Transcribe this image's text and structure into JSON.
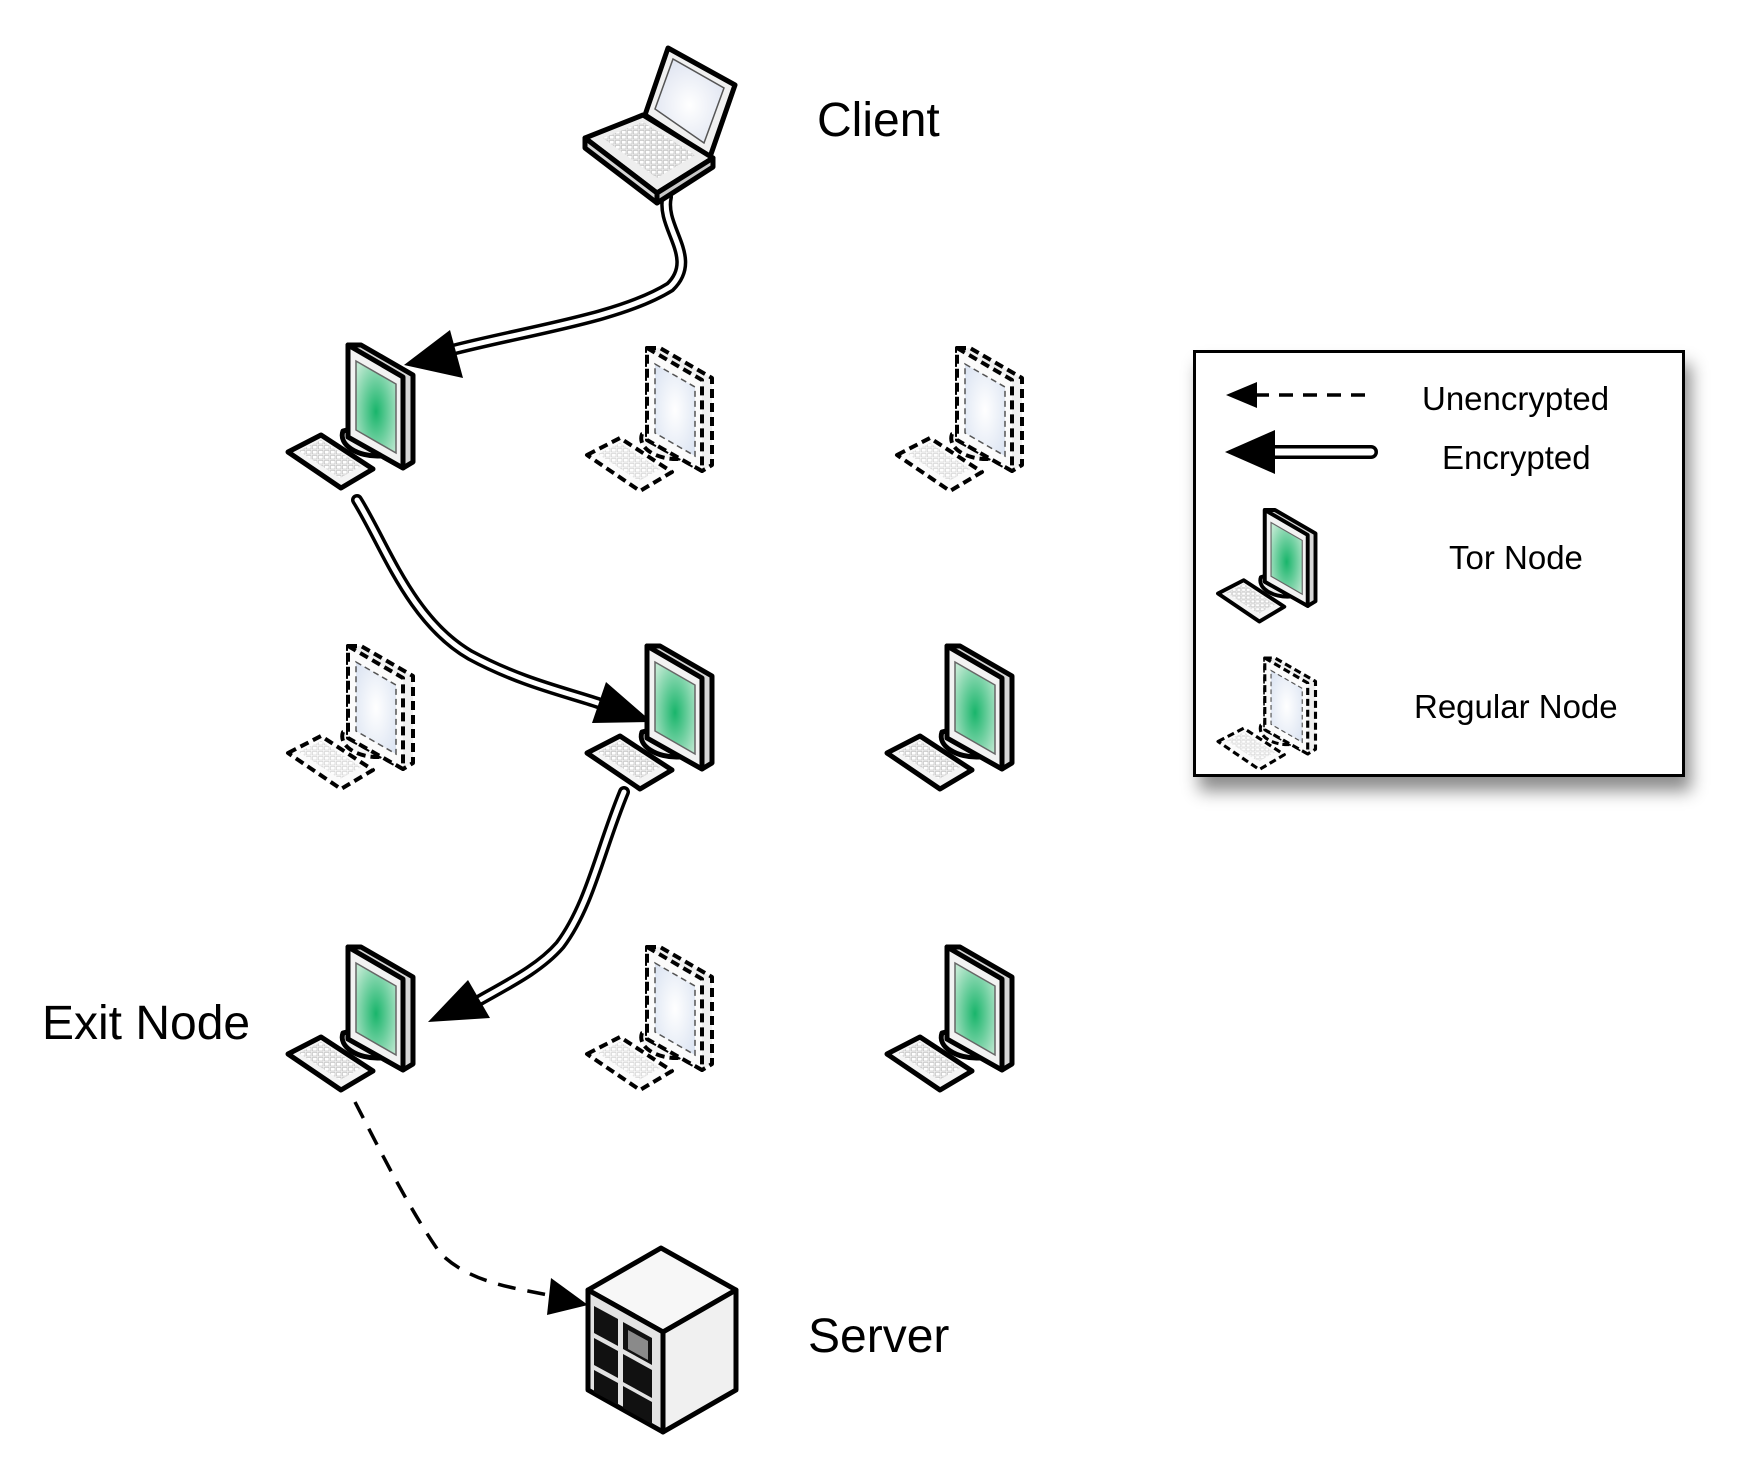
{
  "labels": {
    "client": "Client",
    "exit_node": "Exit Node",
    "server": "Server"
  },
  "legend": {
    "unencrypted": "Unencrypted",
    "encrypted": "Encrypted",
    "tor_node": "Tor Node",
    "regular_node": "Regular Node"
  },
  "colors": {
    "tor_screen": "#19b56b",
    "regular_screen": "#e6ecf6",
    "outline": "#000000"
  },
  "icons": {
    "client": "laptop-icon",
    "tor_node": "desktop-computer-icon",
    "regular_node": "dashed-desktop-computer-icon",
    "server": "server-cube-icon"
  }
}
